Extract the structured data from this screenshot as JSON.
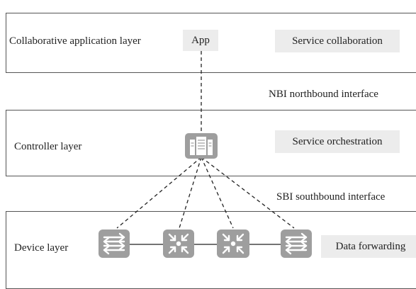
{
  "layers": {
    "app": {
      "name": "Collaborative application layer",
      "badge": "App",
      "service": "Service collaboration"
    },
    "controller": {
      "name": "Controller layer",
      "service": "Service orchestration"
    },
    "device": {
      "name": "Device layer",
      "service": "Data forwarding"
    }
  },
  "interfaces": {
    "north": "NBI northbound interface",
    "south": "SBI southbound interface"
  },
  "icons": {
    "controller": "server-rack-icon",
    "edge_devices": "bidirectional-switch-icon",
    "core_devices": "router-icon"
  },
  "colors": {
    "border": "#555555",
    "icon_fill": "#9e9e9e",
    "tag_background": "#ececec",
    "line": "#222222"
  }
}
